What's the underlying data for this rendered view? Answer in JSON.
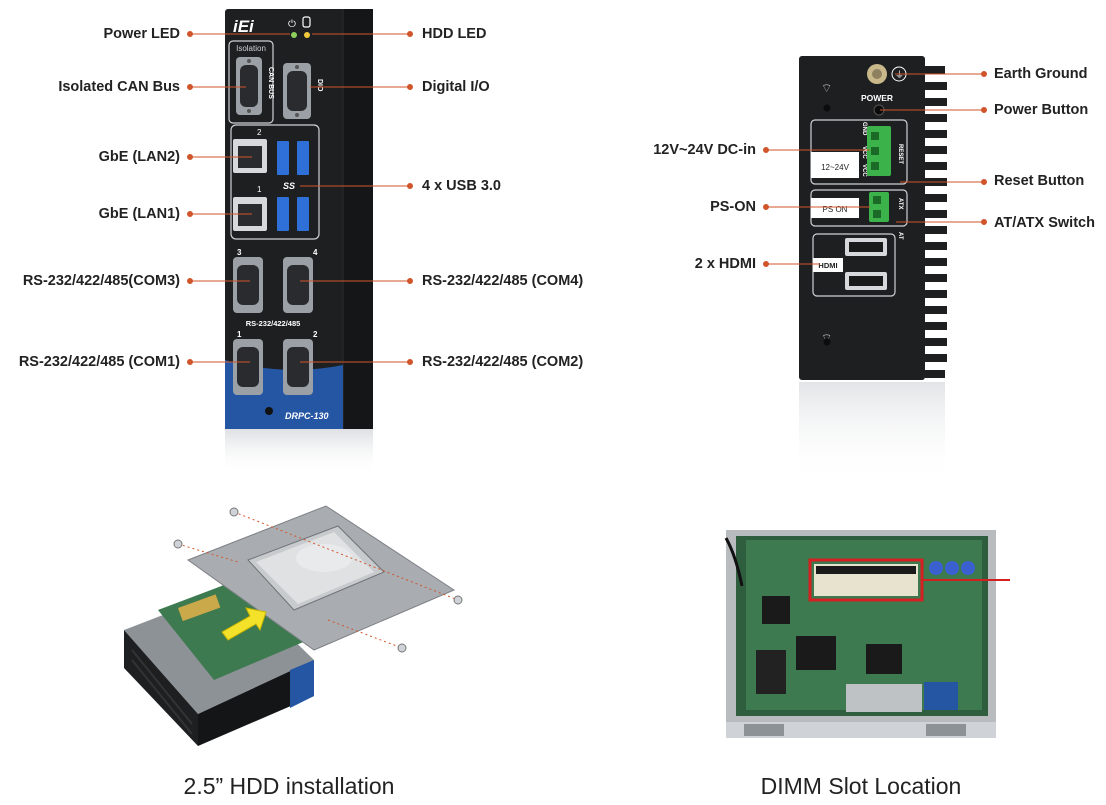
{
  "front_panel": {
    "device_text": {
      "brand": "iEi",
      "isolation": "Isolation",
      "can_bus": "CAN BUS",
      "dio": "DIO",
      "lan_num_2": "2",
      "lan_num_1": "1",
      "usb_symbol": "SS",
      "com_num_3": "3",
      "com_num_4": "4",
      "com_label": "RS-232/422/485",
      "com_num_1": "1",
      "com_num_2": "2",
      "model": "DRPC-130"
    },
    "labels_left": [
      {
        "text": "Power LED"
      },
      {
        "text": "Isolated CAN Bus"
      },
      {
        "text": "GbE (LAN2)"
      },
      {
        "text": "GbE (LAN1)"
      },
      {
        "text": "RS-232/422/485(COM3)"
      },
      {
        "text": "RS-232/422/485 (COM1)"
      }
    ],
    "labels_right": [
      {
        "text": "HDD LED"
      },
      {
        "text": "Digital I/O"
      },
      {
        "text": "4 x USB 3.0"
      },
      {
        "text": "RS-232/422/485 (COM4)"
      },
      {
        "text": "RS-232/422/485 (COM2)"
      }
    ]
  },
  "side_panel": {
    "device_text": {
      "power": "POWER",
      "dc_range": "12~24V",
      "gnd": "GND",
      "vcc": "VCC",
      "vcc2": "VCC",
      "reset": "RESET",
      "ps_on": "PS ON",
      "atx": "ATX",
      "at": "AT",
      "hdmi": "HDMI"
    },
    "labels_left": [
      {
        "text": "12V~24V DC-in"
      },
      {
        "text": "PS-ON"
      },
      {
        "text": "2 x HDMI"
      }
    ],
    "labels_right": [
      {
        "text": "Earth Ground"
      },
      {
        "text": "Power Button"
      },
      {
        "text": "Reset Button"
      },
      {
        "text": "AT/ATX Switch"
      }
    ]
  },
  "captions": {
    "hdd": "2.5” HDD installation",
    "dimm": "DIMM Slot Location"
  },
  "colors": {
    "leader": "#d0552a",
    "chassis": "#1e1f21",
    "blue_band": "#2456a4",
    "usb_blue": "#2f6fd8",
    "terminal_green": "#3bb34a",
    "dimm_highlight": "#d42020",
    "pcb_green": "#3d7a4f"
  }
}
